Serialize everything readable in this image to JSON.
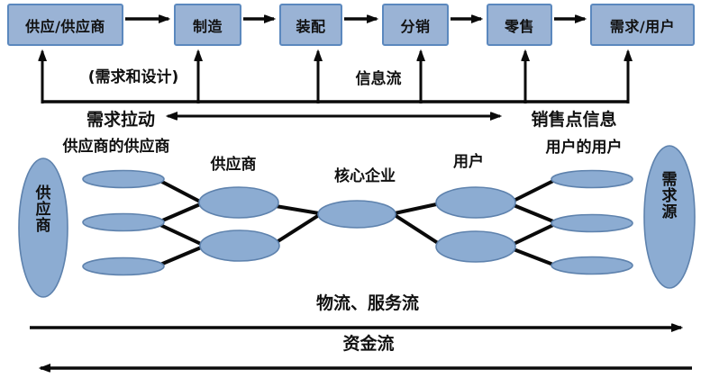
{
  "colors": {
    "box_fill": "#9AB3D5",
    "box_border": "#5B88BE",
    "ellipse_fill": "#8CACD2",
    "ellipse_border": "#5E82AD",
    "line": "#0a0a0a",
    "text": "#111111"
  },
  "process_chain": {
    "stages": [
      {
        "label": "供应/供应商"
      },
      {
        "label": "制造"
      },
      {
        "label": "装配"
      },
      {
        "label": "分销"
      },
      {
        "label": "零售"
      },
      {
        "label": "需求/用户"
      }
    ]
  },
  "info_flow": {
    "demand_and_design": "(需求和设计)",
    "information_flow": "信息流",
    "demand_pull": "需求拉动",
    "pos_information": "销售点信息"
  },
  "network": {
    "left_source": "供应商",
    "suppliers_supplier": "供应商的供应商",
    "supplier": "供应商",
    "core_company": "核心企业",
    "user": "用户",
    "users_user": "用户的用户",
    "demand_source": "需求源"
  },
  "bottom_flows": {
    "logistics_service_flow": "物流、服务流",
    "capital_flow": "资金流"
  }
}
